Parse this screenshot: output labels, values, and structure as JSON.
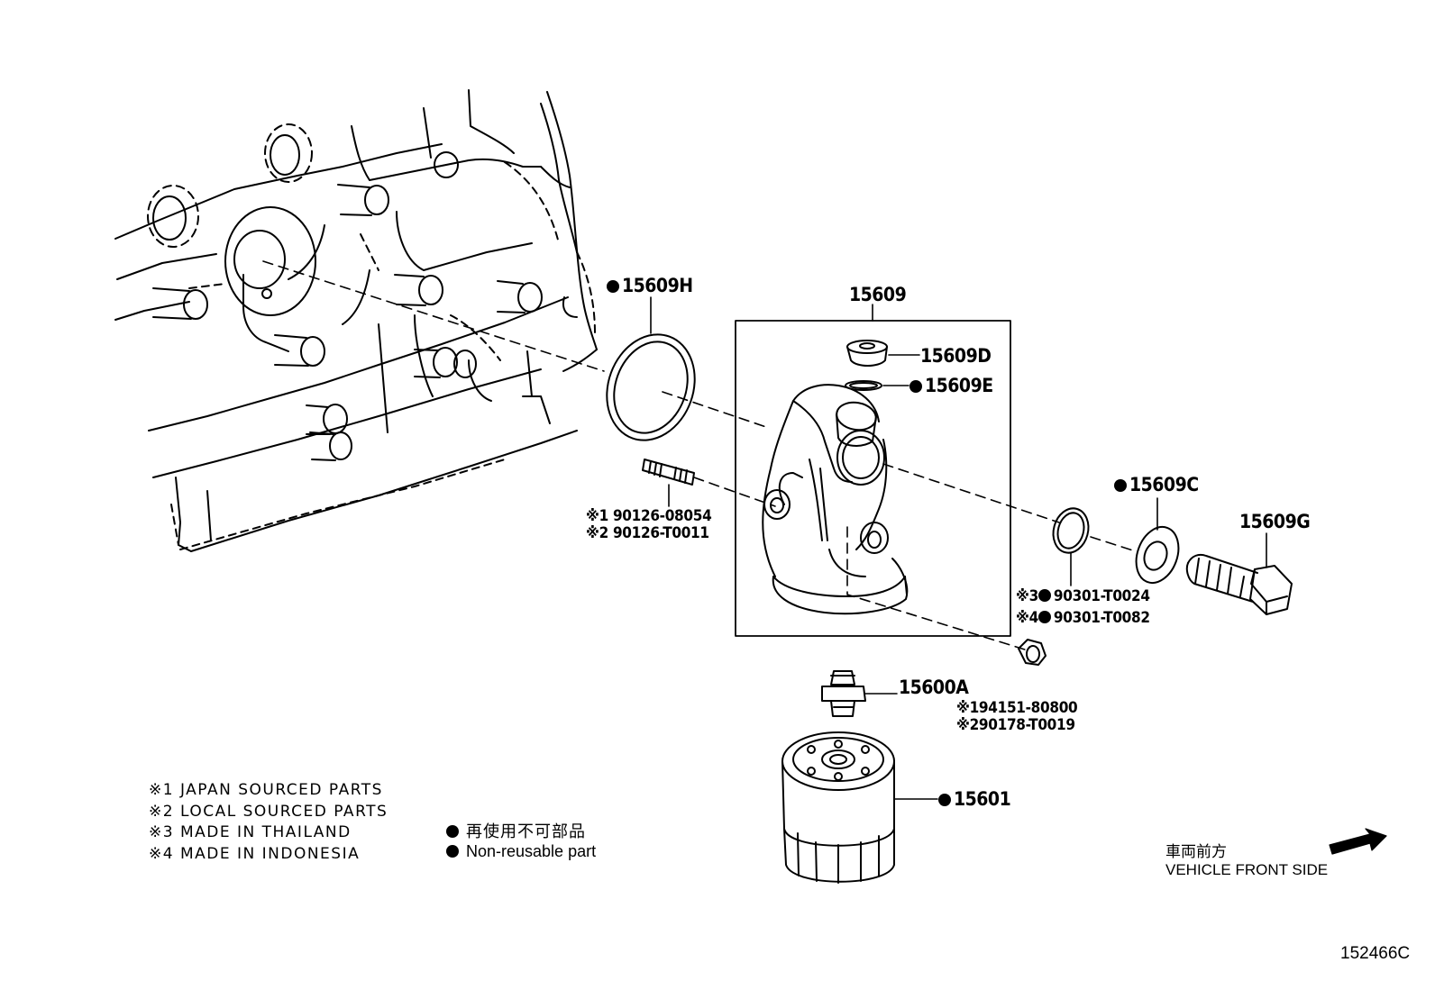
{
  "parts": {
    "p15609H": "15609H",
    "p15609": "15609",
    "p15609D": "15609D",
    "p15609E": "15609E",
    "p15609C": "15609C",
    "p15609G": "15609G",
    "p15600A": "15600A",
    "p15601": "15601",
    "stud_1": "90126-08054",
    "stud_2": "90126-T0011",
    "gasket_3": "90301-T0024",
    "gasket_4": "90301-T0082",
    "nut_1": "94151-80800",
    "nut_2": "90178-T0019"
  },
  "marks": {
    "m1": "※1",
    "m2": "※2",
    "m3": "※3",
    "m4": "※4"
  },
  "legend": {
    "items": [
      "※1 JAPAN SOURCED PARTS",
      "※2 LOCAL SOURCED PARTS",
      "※3 MADE IN THAILAND",
      "※4 MADE IN INDONESIA"
    ],
    "nonreusable_jp": "再使用不可部品",
    "nonreusable_en": "Non-reusable part"
  },
  "direction": {
    "jp": "車両前方",
    "en": "VEHICLE FRONT SIDE"
  },
  "diagram_id": "152466C",
  "icons": [
    "non-reusable-dot-icon",
    "front-arrow-icon"
  ]
}
